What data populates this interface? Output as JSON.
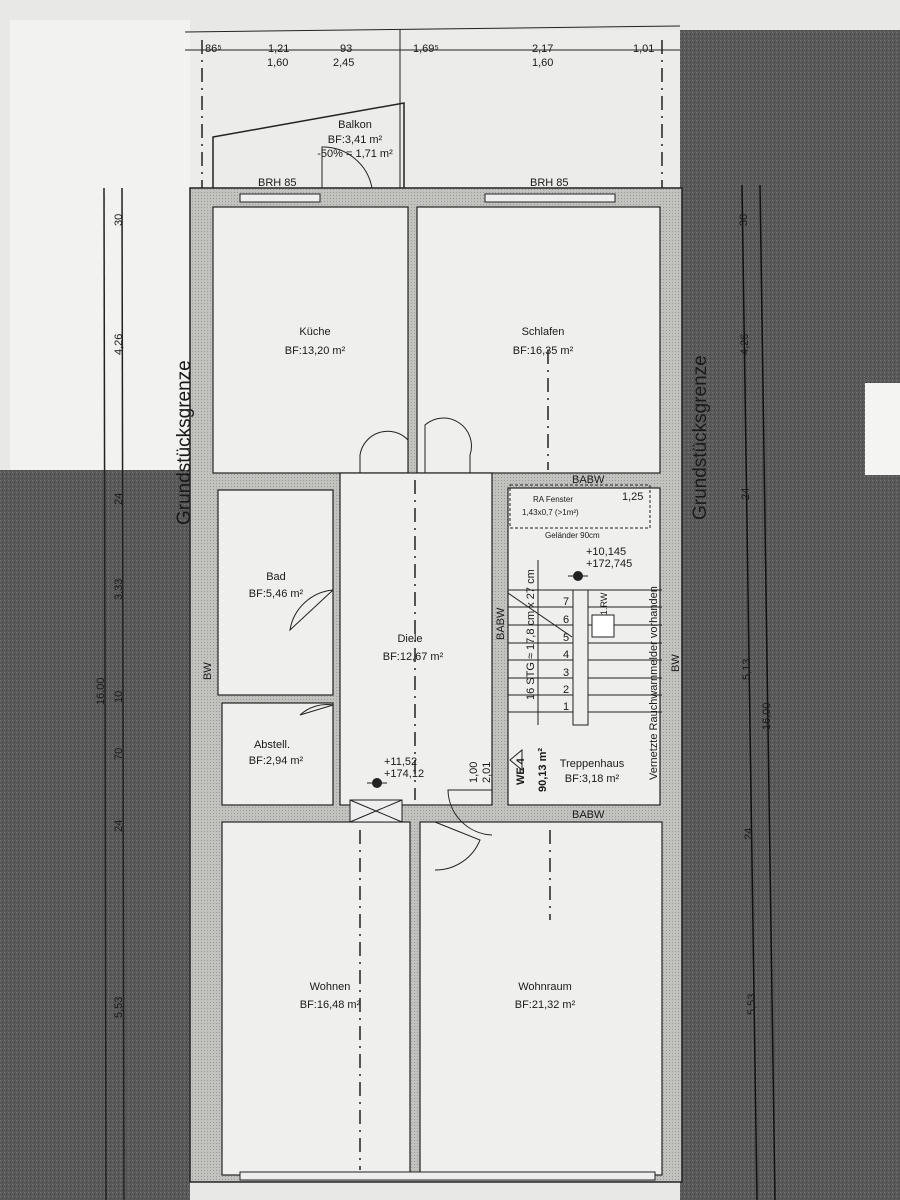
{
  "plan": {
    "top_dims_upper": [
      "86⁵",
      "1,21",
      "93",
      "1,69⁵",
      "2,17",
      "1,01"
    ],
    "top_dims_lower": [
      "1,60",
      "2,45",
      "1,60"
    ],
    "left_dims": [
      "30",
      "4,26",
      "24",
      "3,33",
      "10",
      "70",
      "24",
      "5,53"
    ],
    "left_total": "16,00",
    "right_dims": [
      "30",
      "4,26",
      "24",
      "5,13",
      "24",
      "5,53"
    ],
    "right_total": "16,00",
    "boundary_label": "Grundstücksgrenze",
    "window_label": "BRH 85",
    "wall_labels": {
      "babw": "BABW",
      "bw": "BW"
    },
    "rooms": {
      "balkon": {
        "name": "Balkon",
        "area": "BF:3,41 m²",
        "reduced": "-50% = 1,71 m²"
      },
      "kueche": {
        "name": "Küche",
        "area": "BF:13,20 m²"
      },
      "schlafen": {
        "name": "Schlafen",
        "area": "BF:16,35 m²"
      },
      "bad": {
        "name": "Bad",
        "area": "BF:5,46 m²"
      },
      "diele": {
        "name": "Diele",
        "area": "BF:12,67 m²"
      },
      "abstell": {
        "name": "Abstell.",
        "area": "BF:2,94 m²"
      },
      "treppenhaus": {
        "name": "Treppenhaus",
        "area": "BF:3,18 m²"
      },
      "wohnen": {
        "name": "Wohnen",
        "area": "BF:16,48 m²"
      },
      "wohnraum": {
        "name": "Wohnraum",
        "area": "BF:21,32 m²"
      }
    },
    "diele_level": [
      "+11,52",
      "+174,12"
    ],
    "stair_level": [
      "+10,145",
      "+172,745"
    ],
    "entrance_door": [
      "1,00",
      "2,01"
    ],
    "unit": {
      "id": "WE 4",
      "total": "90,13 m²"
    },
    "stairs": {
      "spec": "16 STG ≈ 17,8 cm x 27 cm",
      "steps": [
        "1",
        "2",
        "3",
        "4",
        "5",
        "6",
        "7"
      ],
      "ra_window": "RA Fenster",
      "ra_window_size": "1,43x0,7 (>1m²)",
      "railing": "Geländer 90cm",
      "railing_dim": "1,25",
      "rw": "1.RW",
      "smoke_detector": "Vernetzte Rauchwarnmelder vorhanden"
    }
  }
}
